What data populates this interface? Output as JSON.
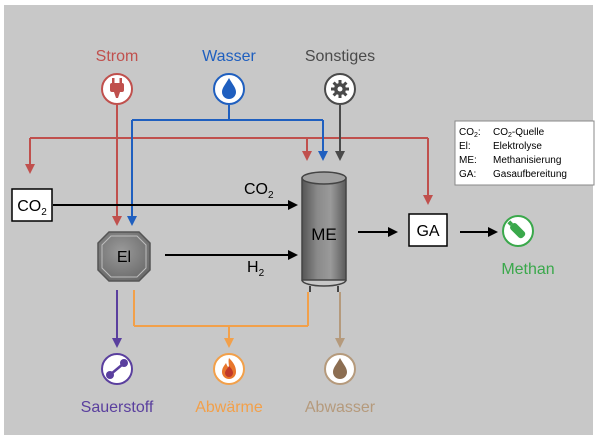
{
  "colors": {
    "background": "#c8c8c8",
    "strom": "#c0504d",
    "wasser": "#1f5fbf",
    "sonstiges": "#4a4a4a",
    "black": "#000000",
    "sauerstoff": "#5a3f9e",
    "abwaerme": "#f2a04a",
    "abwasser": "#b59a7c",
    "methan": "#3aa84b"
  },
  "inputs": {
    "strom": {
      "label": "Strom",
      "icon": "power-plug-icon"
    },
    "wasser": {
      "label": "Wasser",
      "icon": "water-drop-icon"
    },
    "sonstiges": {
      "label": "Sonstiges",
      "icon": "gear-icon"
    }
  },
  "nodes": {
    "co2_source": {
      "main": "CO",
      "sub": "2"
    },
    "electrolysis": "El",
    "methanation": "ME",
    "gas_processing": "GA"
  },
  "flows": {
    "co2": {
      "main": "CO",
      "sub": "2"
    },
    "h2": {
      "main": "H",
      "sub": "2"
    }
  },
  "outputs": {
    "methan": {
      "label": "Methan",
      "icon": "gas-cylinder-icon"
    },
    "sauerstoff": {
      "label": "Sauerstoff",
      "icon": "molecule-icon"
    },
    "abwaerme": {
      "label": "Abwärme",
      "icon": "flame-icon"
    },
    "abwasser": {
      "label": "Abwasser",
      "icon": "waste-water-drop-icon"
    }
  },
  "legend": {
    "rows": [
      {
        "abbr_main": "CO",
        "abbr_sub": "2",
        "abbr_suffix": ":",
        "desc_main": "CO",
        "desc_sub": "2",
        "desc_suffix": "-Quelle"
      },
      {
        "abbr_main": "El:",
        "abbr_sub": "",
        "abbr_suffix": "",
        "desc_main": "Elektrolyse",
        "desc_sub": "",
        "desc_suffix": ""
      },
      {
        "abbr_main": "ME:",
        "abbr_sub": "",
        "abbr_suffix": "",
        "desc_main": "Methanisierung",
        "desc_sub": "",
        "desc_suffix": ""
      },
      {
        "abbr_main": "GA:",
        "abbr_sub": "",
        "abbr_suffix": "",
        "desc_main": "Gasaufbereitung",
        "desc_sub": "",
        "desc_suffix": ""
      }
    ]
  }
}
